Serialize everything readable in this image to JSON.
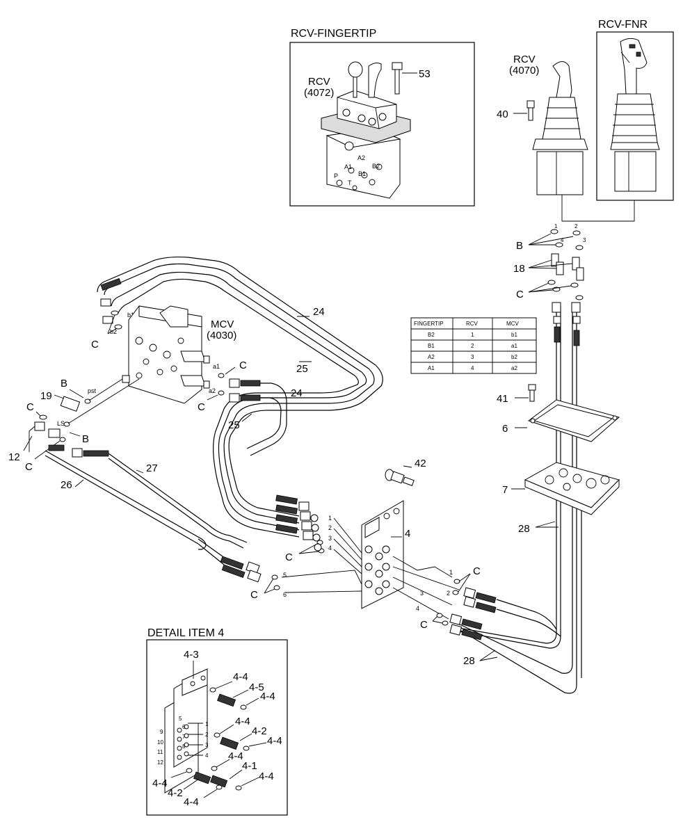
{
  "titles": {
    "rcv_fingertip": "RCV-FINGERTIP",
    "rcv_fnr": "RCV-FNR",
    "detail_item_4": "DETAIL ITEM 4"
  },
  "components": {
    "rcv_fingertip": {
      "name": "RCV",
      "code": "(4072)"
    },
    "rcv_joystick": {
      "name": "RCV",
      "code": "(4070)"
    },
    "mcv": {
      "name": "MCV",
      "code": "(4030)"
    }
  },
  "fingertip_ports": [
    "A1",
    "A2",
    "B1",
    "B2",
    "P",
    "T"
  ],
  "mcv_ports": [
    "b1",
    "b2",
    "a1",
    "a2",
    "pst",
    "LS"
  ],
  "callouts": {
    "c53": "53",
    "c40": "40",
    "c41": "41",
    "c42": "42",
    "c6": "6",
    "c7": "7",
    "c4": "4",
    "c12": "12",
    "c19": "19",
    "c18": "18",
    "c24a": "24",
    "c24b": "24",
    "c25a": "25",
    "c25b": "25",
    "c26": "26",
    "c27": "27",
    "c28a": "28",
    "c28b": "28",
    "B": "B",
    "C": "C"
  },
  "port_numbers": [
    "1",
    "2",
    "3",
    "4",
    "5",
    "6"
  ],
  "table": {
    "headers": [
      "FINGERTIP",
      "RCV",
      "MCV"
    ],
    "rows": [
      [
        "B2",
        "1",
        "b1"
      ],
      [
        "B1",
        "2",
        "a1"
      ],
      [
        "A2",
        "3",
        "b2"
      ],
      [
        "A1",
        "4",
        "a2"
      ]
    ]
  },
  "detail": {
    "labels": {
      "d43": "4-3",
      "d44a": "4-4",
      "d45": "4-5",
      "d44b": "4-4",
      "d44c": "4-4",
      "d42a": "4-2",
      "d44d": "4-4",
      "d44e": "4-4",
      "d41": "4-1",
      "d44f": "4-4",
      "d44g": "4-4",
      "d42b": "4-2",
      "d44h": "4-4"
    },
    "plate_numbers_left": [
      "9",
      "10",
      "11",
      "12"
    ],
    "plate_numbers_right": [
      "1",
      "2",
      "3",
      "4",
      "5",
      "6",
      "7",
      "8"
    ]
  }
}
